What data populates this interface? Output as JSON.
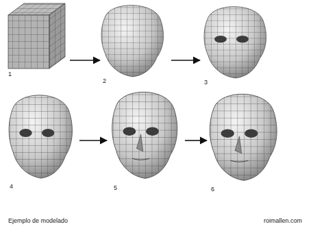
{
  "diagram": {
    "labels": [
      "1",
      "2",
      "3",
      "4",
      "5",
      "6",
      "Ejemplo de modelado",
      "roimallen.com"
    ]
  }
}
